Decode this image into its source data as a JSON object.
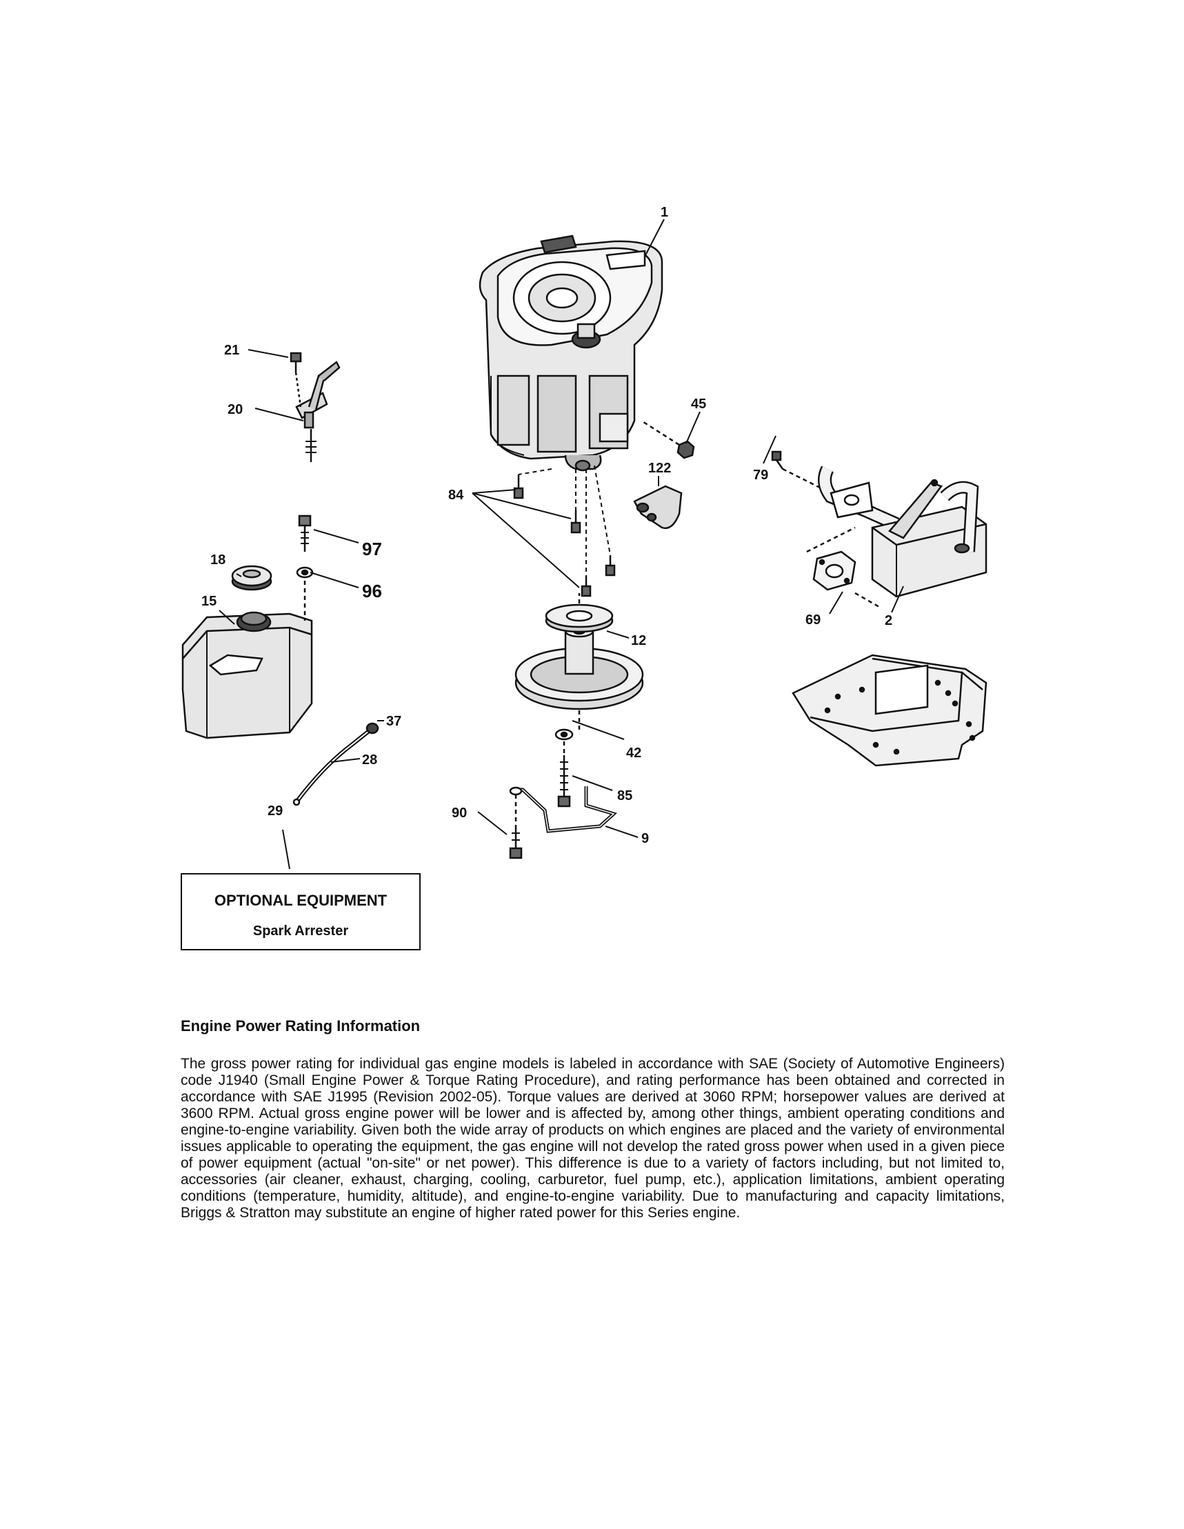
{
  "parts": {
    "p1": "1",
    "p2": "2",
    "p9": "9",
    "p12": "12",
    "p15": "15",
    "p18": "18",
    "p20": "20",
    "p21": "21",
    "p28": "28",
    "p29": "29",
    "p37": "37",
    "p42": "42",
    "p45": "45",
    "p69": "69",
    "p79": "79",
    "p84": "84",
    "p85": "85",
    "p90": "90",
    "p96": "96",
    "p97": "97",
    "p122": "122"
  },
  "optional_box": {
    "title": "OPTIONAL EQUIPMENT",
    "item": "Spark Arrester"
  },
  "info": {
    "heading": "Engine Power Rating Information",
    "body": "The gross power rating for individual gas engine models is labeled in accordance with SAE (Society of Automotive Engineers) code J1940 (Small Engine Power & Torque Rating Procedure), and rating performance has been obtained and corrected in accordance with SAE J1995 (Revision 2002-05). Torque values are derived at 3060 RPM; horsepower values are derived at 3600 RPM. Actual gross engine power will be lower and is affected by, among other things, ambient operating conditions and engine-to-engine variability. Given both the wide array of products on which engines are placed and the variety of environmental issues applicable to operating the equipment, the gas engine will not develop the rated gross power when used in a given piece of power equipment (actual \"on-site\" or net power). This difference is due to a variety of factors including, but not limited to, accessories (air cleaner, exhaust, charging, cooling, carburetor, fuel pump, etc.), application limitations, ambient operating conditions (temperature, humidity, altitude), and engine-to-engine variability. Due to manufacturing and capacity limitations, Briggs & Stratton may substitute an engine of higher rated power for this Series engine."
  }
}
